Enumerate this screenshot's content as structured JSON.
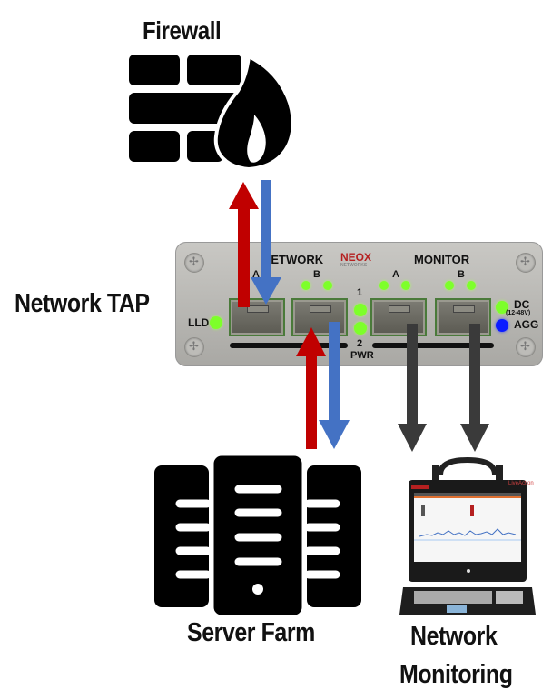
{
  "labels": {
    "firewall": "Firewall",
    "network_tap": "Network TAP",
    "server_farm": "Server Farm",
    "network_monitoring_line1": "Network",
    "network_monitoring_line2": "Monitoring"
  },
  "tap_panel": {
    "brand": "NEOX",
    "brand_sub": "NETWORKS",
    "network_group": "NETWORK",
    "monitor_group": "MONITOR",
    "port_a": "A",
    "port_b": "B",
    "pwr_1": "1",
    "pwr_2": "2",
    "pwr": "PWR",
    "lld": "LLD",
    "dc": "DC",
    "dc_range": "(12-48V)",
    "agg": "AGG"
  },
  "laptop": {
    "brand_right": "LiveAction"
  },
  "colors": {
    "arrow_up": "#c00000",
    "arrow_down": "#4472c4",
    "arrow_monitor": "#3a3a3a",
    "led_green": "#7dff2a",
    "led_blue": "#0b1bff"
  }
}
